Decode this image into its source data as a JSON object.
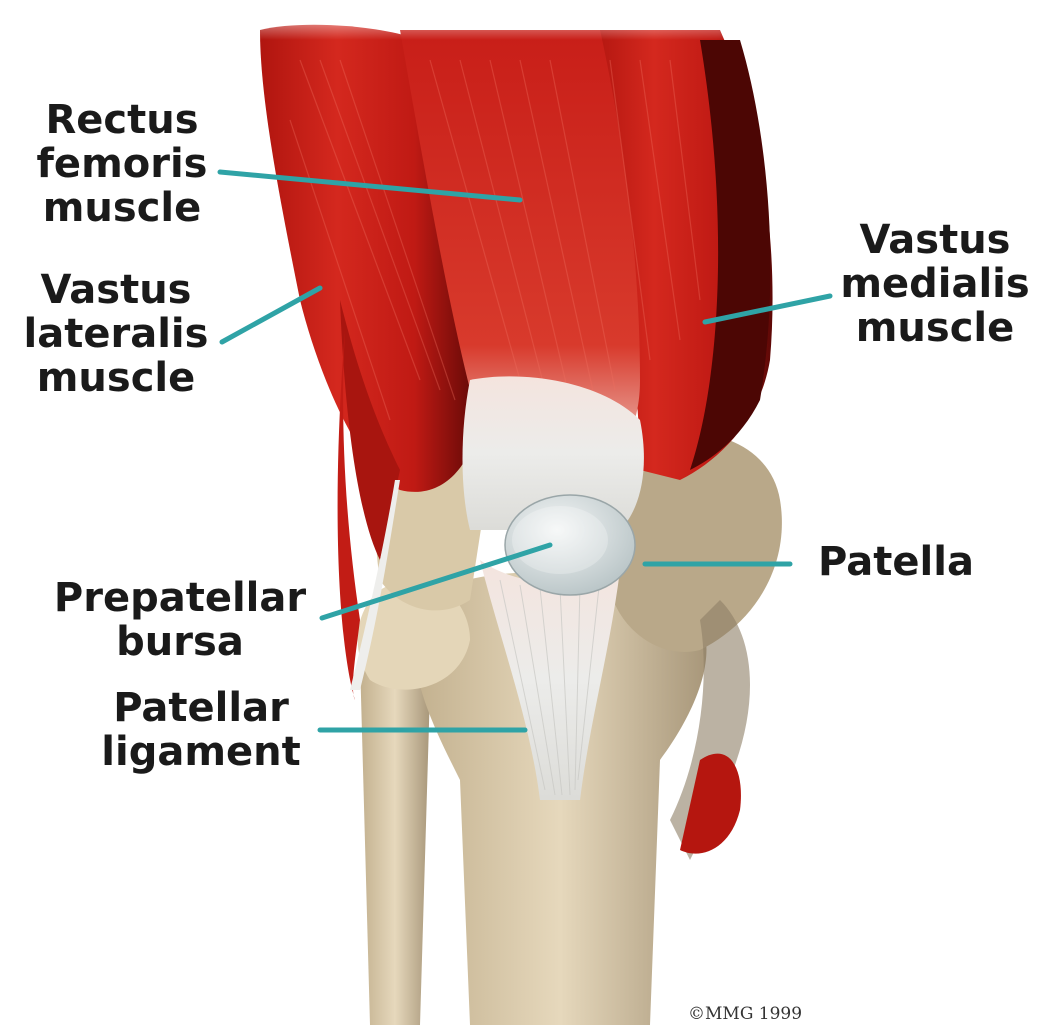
{
  "labels": {
    "rectus_femoris": [
      "Rectus",
      "femoris",
      "muscle"
    ],
    "vastus_lateralis": [
      "Vastus",
      "lateralis",
      "muscle"
    ],
    "vastus_medialis": [
      "Vastus",
      "medialis",
      "muscle"
    ],
    "patella": [
      "Patella"
    ],
    "prepatellar_bursa": [
      "Prepatellar",
      "bursa"
    ],
    "patellar_ligament": [
      "Patellar",
      "ligament"
    ]
  },
  "copyright": "©MMG 1999",
  "colors": {
    "muscle": "#c8201c",
    "muscle_dark": "#8e0f0c",
    "muscle_light": "#e25a4a",
    "bone": "#d8c8a8",
    "bone_shadow": "#a8977a",
    "tendon": "#eeeeec",
    "leader": "#2fa3a6",
    "background": "#ffffff"
  }
}
